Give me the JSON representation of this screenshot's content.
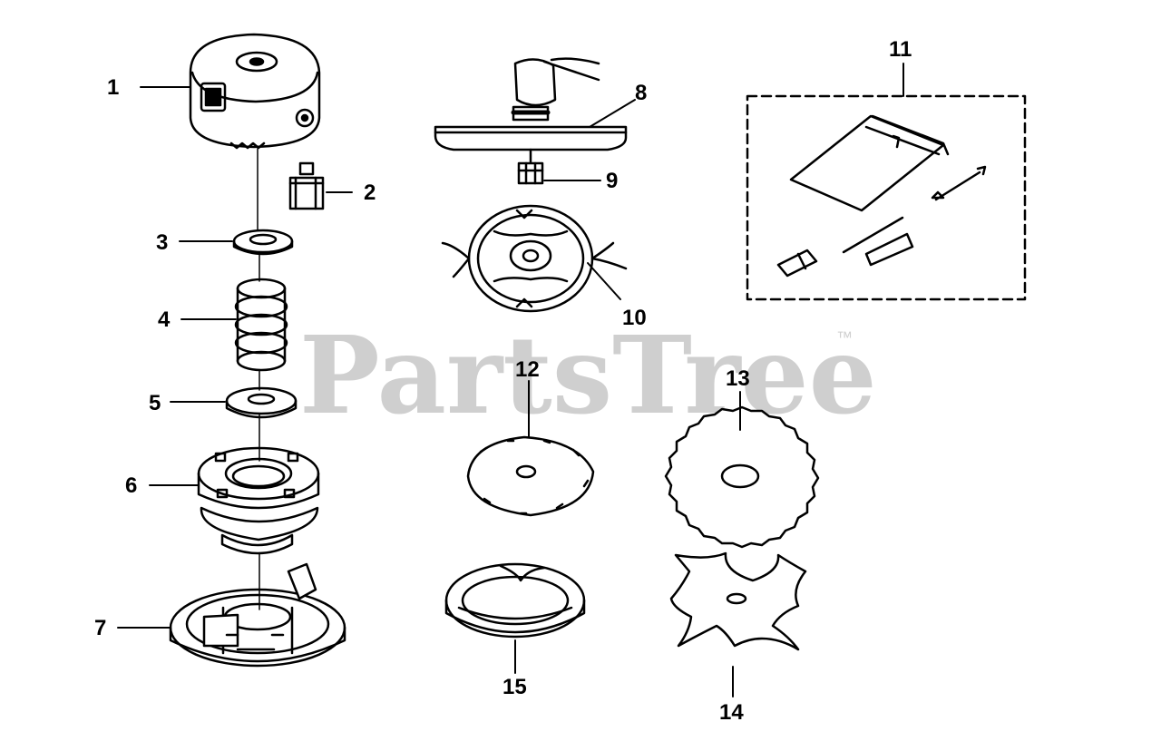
{
  "diagram": {
    "watermark": "PartsTree",
    "trademark": "™",
    "callouts": {
      "c1": "1",
      "c2": "2",
      "c3": "3",
      "c4": "4",
      "c5": "5",
      "c6": "6",
      "c7": "7",
      "c8": "8",
      "c9": "9",
      "c10": "10",
      "c11": "11",
      "c12": "12",
      "c13": "13",
      "c14": "14",
      "c15": "15"
    },
    "parts": [
      {
        "number": "1",
        "part": "trimmer-head-cover"
      },
      {
        "number": "2",
        "part": "bolt"
      },
      {
        "number": "3",
        "part": "washer"
      },
      {
        "number": "4",
        "part": "spring"
      },
      {
        "number": "5",
        "part": "washer"
      },
      {
        "number": "6",
        "part": "spool"
      },
      {
        "number": "7",
        "part": "spool-housing"
      },
      {
        "number": "8",
        "part": "shield"
      },
      {
        "number": "9",
        "part": "nut"
      },
      {
        "number": "10",
        "part": "blade-head"
      },
      {
        "number": "11",
        "part": "tool-kit"
      },
      {
        "number": "12",
        "part": "carbide-blade"
      },
      {
        "number": "13",
        "part": "saw-blade"
      },
      {
        "number": "14",
        "part": "four-point-blade"
      },
      {
        "number": "15",
        "part": "retainer"
      }
    ]
  }
}
